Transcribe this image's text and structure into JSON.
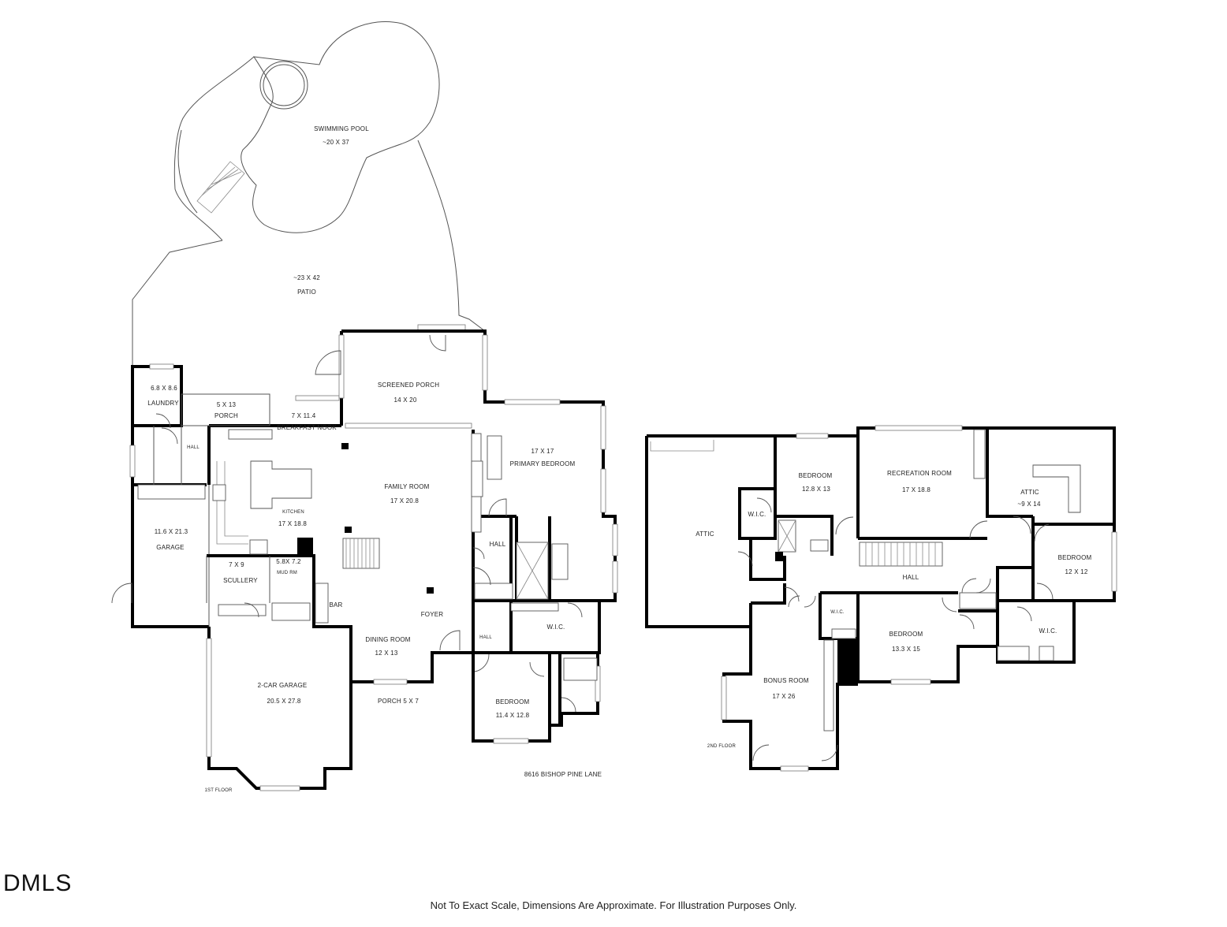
{
  "rooms_first_floor": {
    "pool_name": "SWIMMING POOL",
    "pool_size": "~20 X 37",
    "patio_size": "~23 X 42",
    "patio_name": "PATIO",
    "screened_porch_name": "SCREENED PORCH",
    "screened_porch_size": "14 X 20",
    "laundry_size": "6.8 X 8.6",
    "laundry_name": "LAUNDRY",
    "porch_back_size": "5 X 13",
    "porch_back_name": "PORCH",
    "nook_size": "7 X 11.4",
    "nook_name": "BREAKFAST NOOK",
    "hall_small": "HALL",
    "family_name": "FAMILY ROOM",
    "family_size": "17 X 20.8",
    "kitchen_name": "KITCHEN",
    "kitchen_size": "17 X 18.8",
    "garage_size": "11.6 X 21.3",
    "garage_name": "GARAGE",
    "scullery_size": "7 X 9",
    "scullery_name": "SCULLERY",
    "mudrm_size": "5.8X 7.2",
    "mudrm_name": "MUD RM",
    "bar_name": "BAR",
    "primary_size": "17 X 17",
    "primary_name": "PRIMARY BEDROOM",
    "hall_primary": "HALL",
    "foyer_name": "FOYER",
    "hall_lower": "HALL",
    "wic_name": "W.I.C.",
    "dining_name": "DINING ROOM",
    "dining_size": "12 X 13",
    "two_car_name": "2-CAR GARAGE",
    "two_car_size": "20.5 X 27.8",
    "porch_front": "PORCH 5 X 7",
    "bedroom_name": "BEDROOM",
    "bedroom_size": "11.4 X 12.8",
    "floor_label": "1ST FLOOR"
  },
  "rooms_second_floor": {
    "attic_left": "ATTIC",
    "wic_a": "W.I.C.",
    "bed1_name": "BEDROOM",
    "bed1_size": "12.8 X 13",
    "rec_name": "RECREATION ROOM",
    "rec_size": "17 X 18.8",
    "attic_right_name": "ATTIC",
    "attic_right_size": "~9 X 14",
    "bed2_name": "BEDROOM",
    "bed2_size": "12 X 12",
    "hall_name": "HALL",
    "wic_b": "W.I.C.",
    "bed3_name": "BEDROOM",
    "bed3_size": "13.3 X 15",
    "wic_c": "W.I.C.",
    "bonus_name": "BONUS ROOM",
    "bonus_size": "17 X 26",
    "floor_label": "2ND FLOOR"
  },
  "address": "8616 BISHOP PINE LANE",
  "logo_text": "DMLS",
  "disclaimer": "Not To Exact Scale, Dimensions Are Approximate. For Illustration Purposes Only."
}
